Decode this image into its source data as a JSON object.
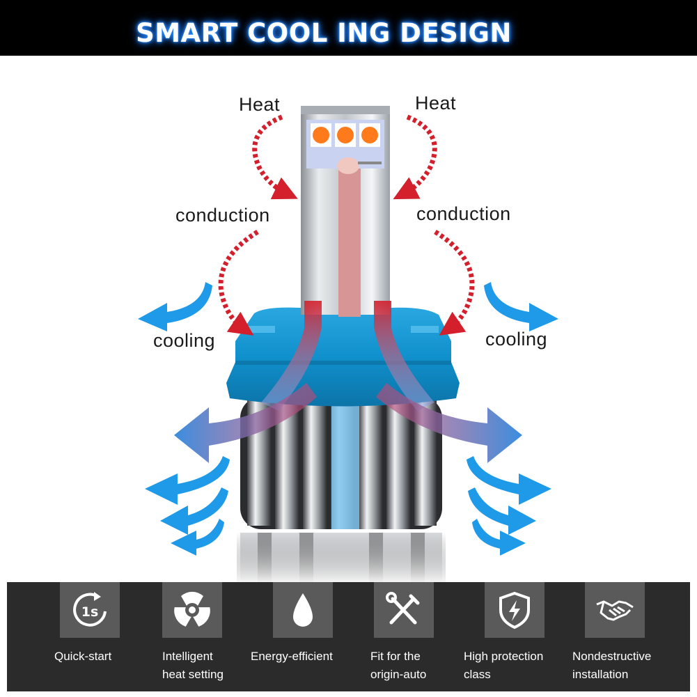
{
  "title": "SMART COOL ING DESIGN",
  "diagram": {
    "labels": {
      "heat_left": "Heat",
      "heat_right": "Heat",
      "conduction_left": "conduction",
      "conduction_right": "conduction",
      "cooling_left": "cooling",
      "cooling_right": "cooling"
    },
    "colors": {
      "heat_arrow": "#d3202c",
      "cool_arrow": "#1f9ae8",
      "base": "#1596d2",
      "led_chip": "#ff7a1a"
    }
  },
  "features": [
    {
      "icon": "quick-start-1s-icon",
      "glyph": "1s",
      "label_line1": "Quick-start",
      "label_line2": ""
    },
    {
      "icon": "fan-icon",
      "label_line1": "Intelligent",
      "label_line2": "heat setting"
    },
    {
      "icon": "water-drop-icon",
      "label_line1": "Energy-efficient",
      "label_line2": ""
    },
    {
      "icon": "tools-icon",
      "label_line1": "Fit for the",
      "label_line2": "origin-auto"
    },
    {
      "icon": "shield-lightning-icon",
      "label_line1": "High protection",
      "label_line2": "class"
    },
    {
      "icon": "handshake-icon",
      "label_line1": "Nondestructive",
      "label_line2": "installation"
    }
  ]
}
